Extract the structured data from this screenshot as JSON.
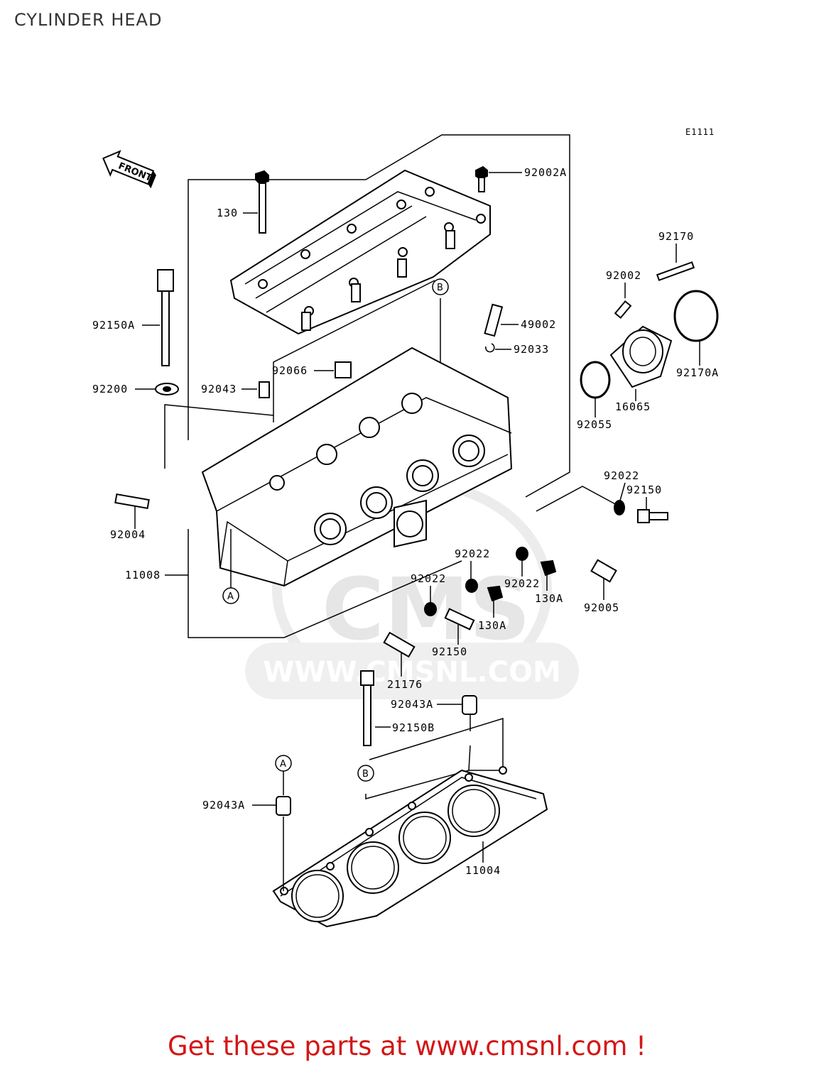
{
  "page": {
    "title": "CYLINDER HEAD",
    "diagram_ref": "E1111",
    "front_label": "FRONT",
    "watermark_text": "WWW.CMSNL.COM",
    "watermark_logo": "CMS",
    "footer": "Get these parts at www.cmsnl.com !",
    "footer_color": "#d41616"
  },
  "callouts": {
    "c_92002A": "92002A",
    "c_130": "130",
    "c_92170": "92170",
    "c_92002": "92002",
    "c_92150A": "92150A",
    "c_49002": "49002",
    "c_92033": "92033",
    "c_92170A": "92170A",
    "c_92200": "92200",
    "c_92066": "92066",
    "c_92043": "92043",
    "c_16065": "16065",
    "c_92055": "92055",
    "c_92022_r": "92022",
    "c_92150_r": "92150",
    "c_92004": "92004",
    "c_92022_m1": "92022",
    "c_11008": "11008",
    "c_92022_m2": "92022",
    "c_92022_m3": "92022",
    "c_130A_1": "130A",
    "c_92005": "92005",
    "c_130A_2": "130A",
    "c_92150_b": "92150",
    "c_21176": "21176",
    "c_92043A_1": "92043A",
    "c_92150B": "92150B",
    "c_92043A_2": "92043A",
    "c_11004": "11004"
  },
  "markers": {
    "mA1": "A",
    "mB1": "B",
    "mA2": "A",
    "mB2": "B"
  }
}
